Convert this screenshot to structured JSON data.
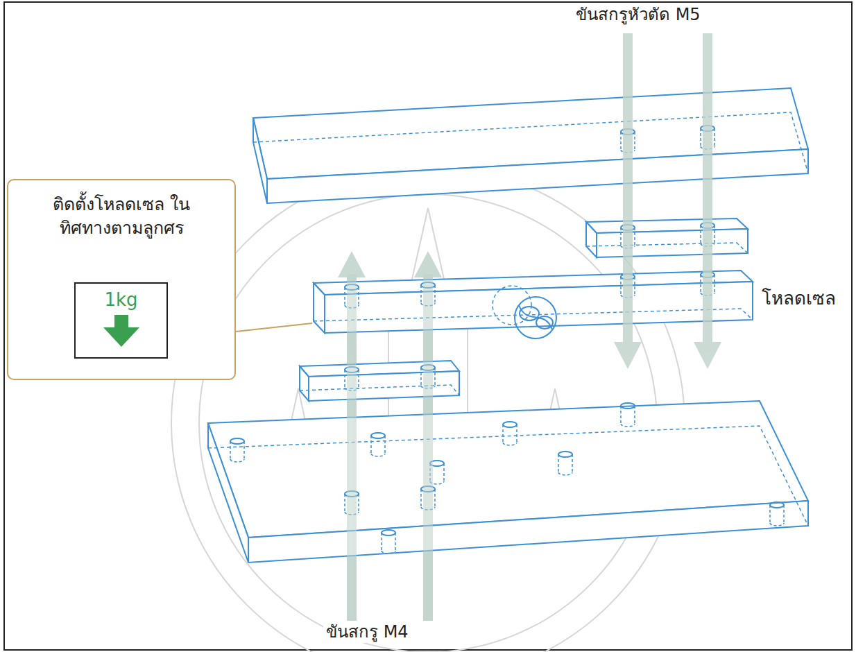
{
  "diagram": {
    "nodes": [
      {
        "text": [
          "ติดตั้งโหลดเซล ในทิศทางตามลูกศร"
        ]
      },
      {
        "text": [
          "1kg"
        ],
        "in": 0
      }
    ],
    "labels": [
      "ขันสกรูหัวตัด M5",
      "โหลดเซล",
      "ขันสกรู M4"
    ]
  }
}
